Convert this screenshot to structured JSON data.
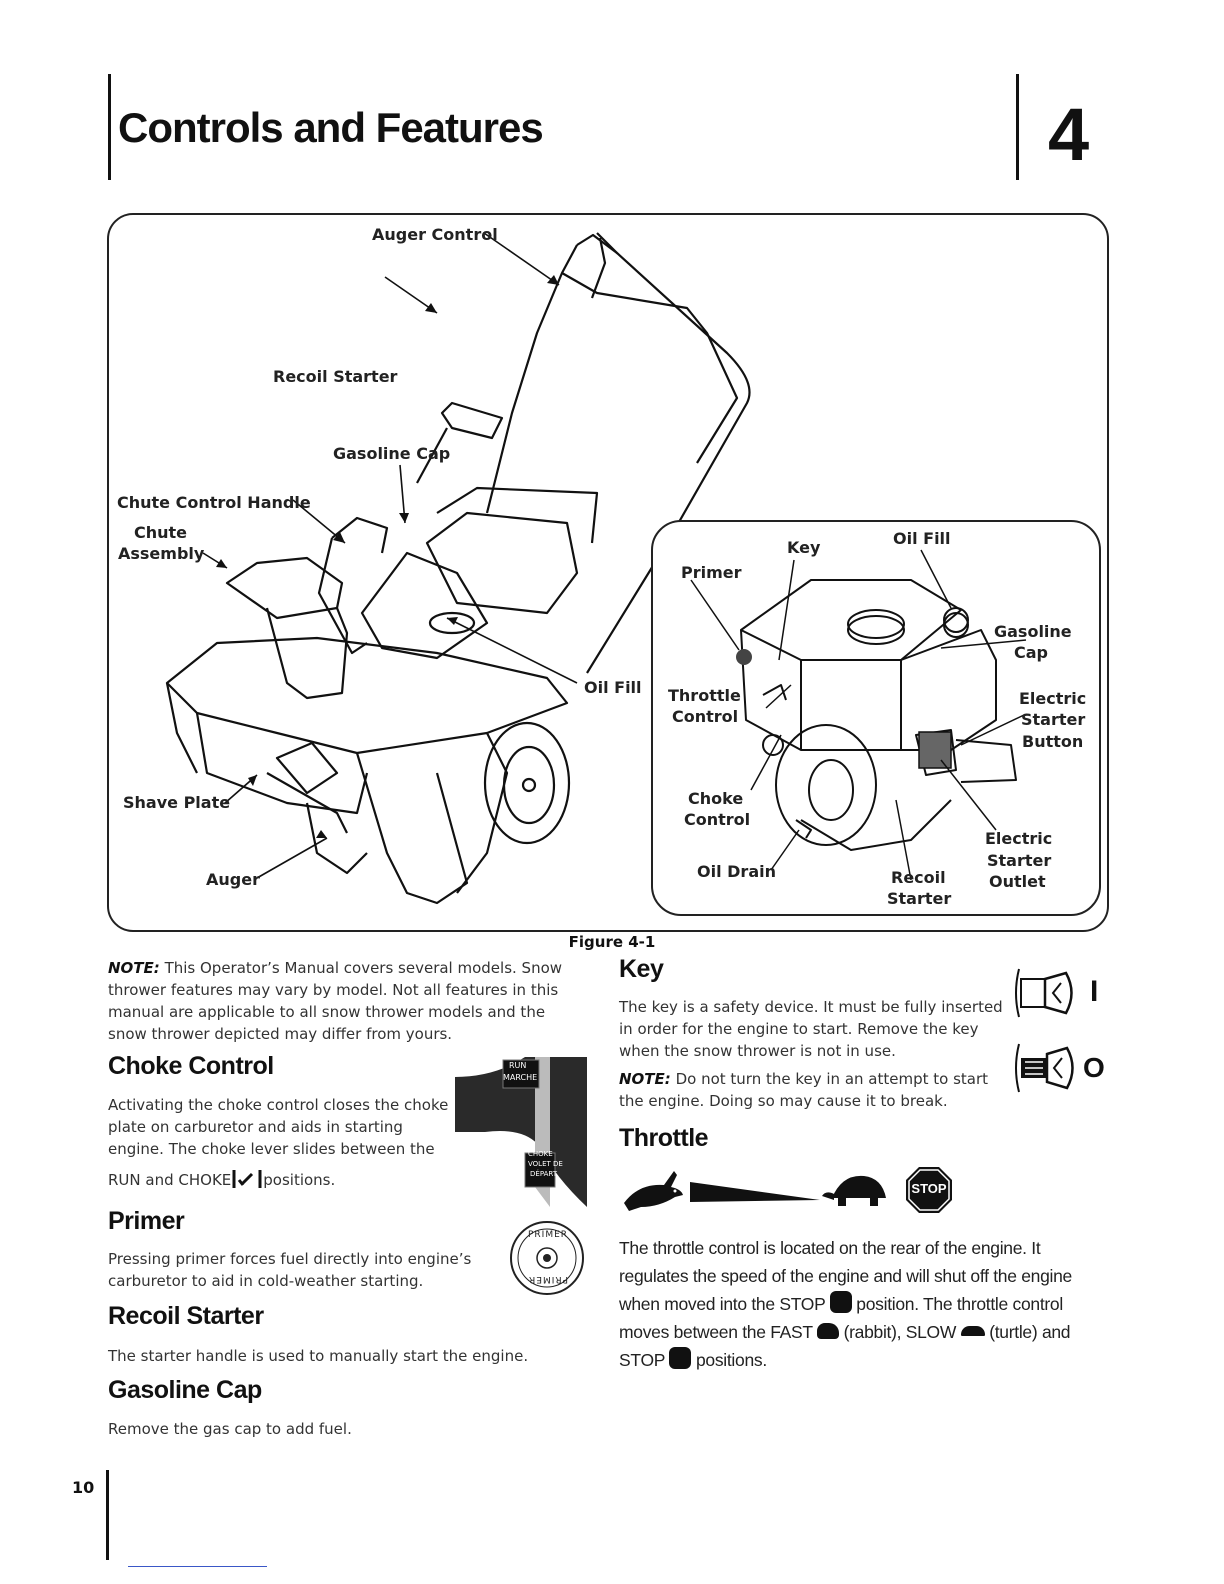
{
  "header": {
    "title": "Controls and Features",
    "chapter_number": "4"
  },
  "figure": {
    "caption": "Figure 4-1",
    "labels": {
      "auger_control": "Auger Control",
      "recoil_starter": "Recoil Starter",
      "gasoline_cap": "Gasoline Cap",
      "chute_control_handle": "Chute Control Handle",
      "chute_assembly_1": "Chute",
      "chute_assembly_2": "Assembly",
      "oil_fill": "Oil Fill",
      "shave_plate": "Shave Plate",
      "auger": "Auger"
    },
    "inset_labels": {
      "key": "Key",
      "oil_fill": "Oil Fill",
      "primer": "Primer",
      "gasoline_cap_1": "Gasoline",
      "gasoline_cap_2": "Cap",
      "throttle_control_1": "Throttle",
      "throttle_control_2": "Control",
      "electric_starter_button_1": "Electric",
      "electric_starter_button_2": "Starter",
      "electric_starter_button_3": "Button",
      "choke_control_1": "Choke",
      "choke_control_2": "Control",
      "electric_starter_outlet_1": "Electric",
      "electric_starter_outlet_2": "Starter",
      "electric_starter_outlet_3": "Outlet",
      "oil_drain": "Oil Drain",
      "recoil_starter_1": "Recoil",
      "recoil_starter_2": "Starter"
    }
  },
  "left_column": {
    "note_label": "NOTE:",
    "note_text": "This Operator’s Manual covers several models. Snow thrower features may vary by model. Not all features in this manual are applicable to all snow thrower models and the snow thrower depicted may differ from yours.",
    "choke": {
      "heading": "Choke Control",
      "text": "Activating the choke control closes the choke plate on carburetor and aids in starting engine. The choke lever slides between the",
      "text_run": "RUN and CHOKE",
      "text_end": "positions.",
      "decal_run": "RUN",
      "decal_marche": "MARCHE",
      "decal_choke": "CHOKE",
      "decal_volet": "VOLET DE",
      "decal_depart": "DÉPART"
    },
    "primer": {
      "heading": "Primer",
      "text": "Pressing primer forces fuel directly into engine’s carburetor to aid in cold-weather starting.",
      "decal_text_top": "PRIMER",
      "decal_text_bottom": "PRIMER"
    },
    "recoil": {
      "heading": "Recoil Starter",
      "text": "The starter handle is used to manually start the engine."
    },
    "gas_cap": {
      "heading": "Gasoline Cap",
      "text": "Remove the gas cap to add fuel."
    }
  },
  "right_column": {
    "key": {
      "heading": "Key",
      "text": "The key is a safety device. It must be fully inserted in order for the engine to start. Remove the key when the snow thrower is not in use.",
      "note_label": "NOTE:",
      "note_text": "Do not turn the key in an attempt to start the engine. Doing so may cause it to break.",
      "symbol_on": "I",
      "symbol_off": "O"
    },
    "throttle": {
      "heading": "Throttle",
      "stop_label": "STOP",
      "text_1": "The throttle control is located on the rear of the engine. It regulates the speed of the engine and will shut off the engine when moved into the STOP",
      "text_2": "position. The throttle control moves between the FAST",
      "text_3": "(rabbit), SLOW",
      "text_4": "(turtle) and STOP",
      "text_5": "positions."
    }
  },
  "footer": {
    "page_number": "10"
  }
}
